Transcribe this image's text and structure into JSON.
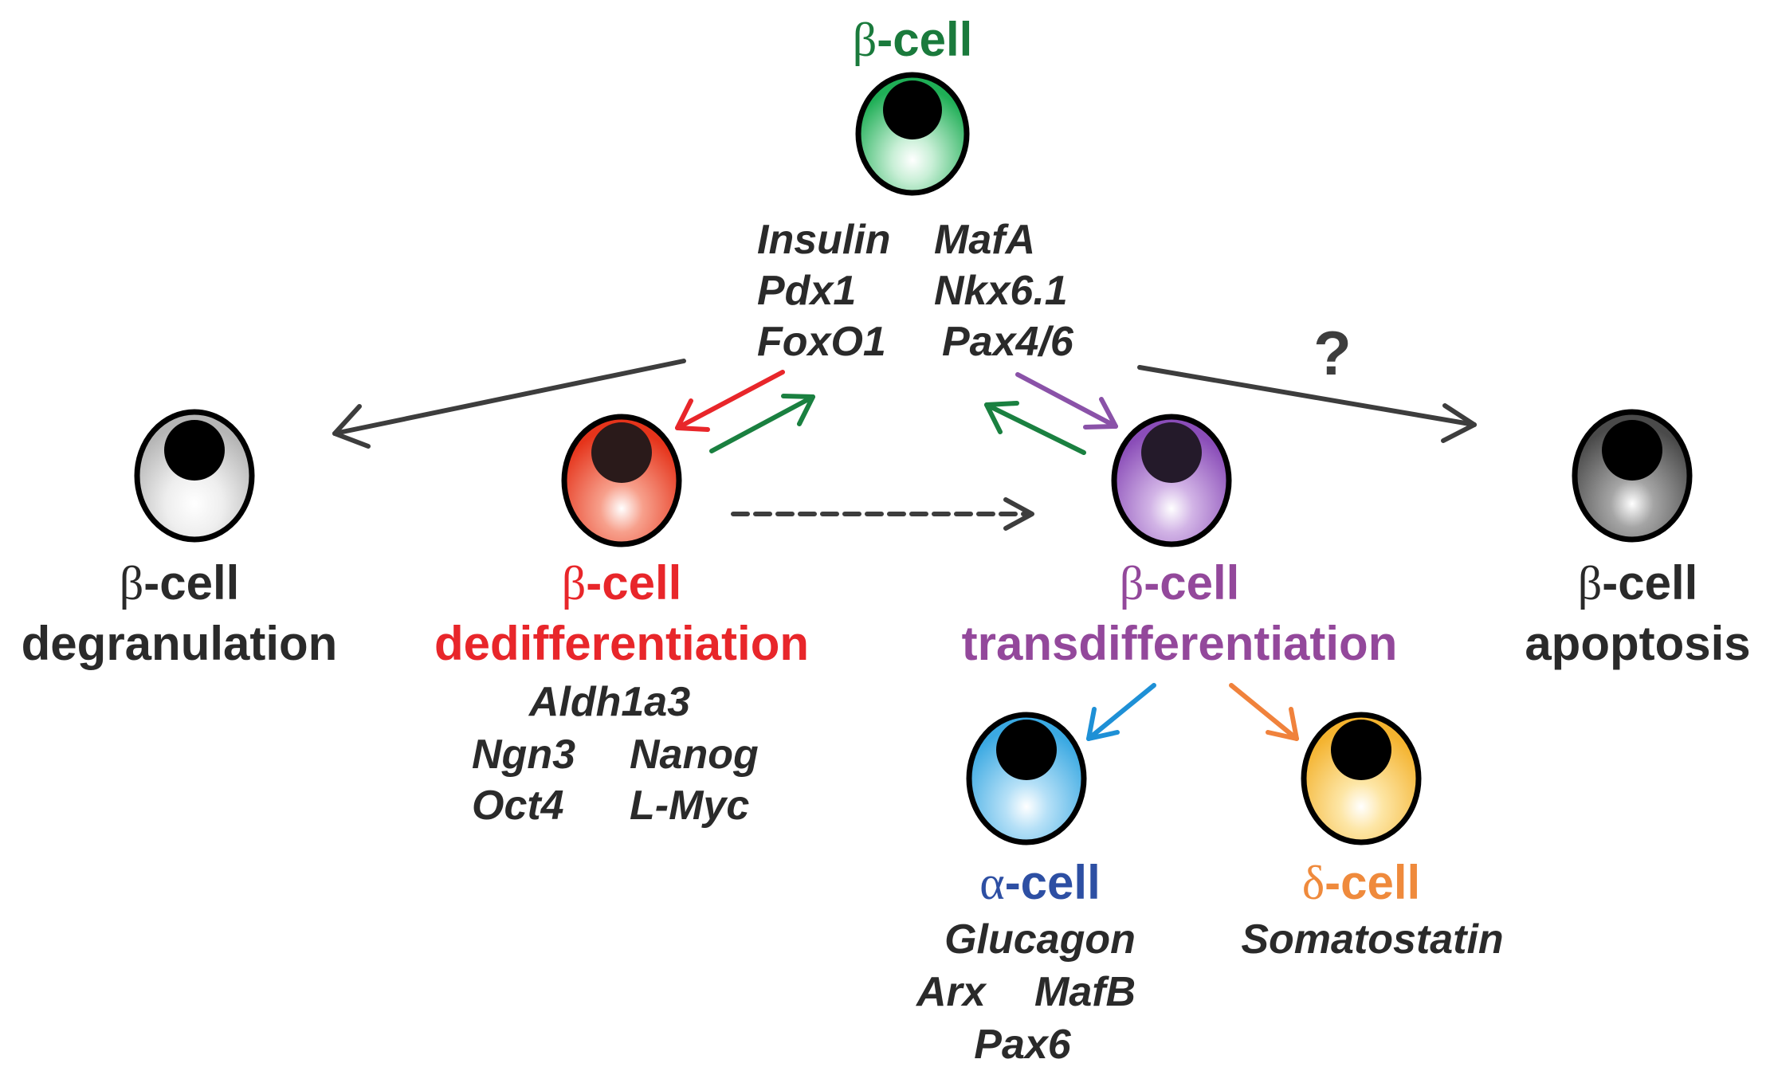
{
  "colors": {
    "beta_main": "#1a7a3c",
    "dediff": "#e8262a",
    "transdiff": "#93489b",
    "alpha": "#2d4fa3",
    "delta": "#ef8a3c",
    "dark": "#2a2a2a",
    "arrow_gray": "#3d3d3d",
    "arrow_red": "#e8262a",
    "arrow_green": "#1a8040",
    "arrow_purple": "#8a52a8",
    "arrow_blue": "#1e90d6",
    "arrow_orange": "#f0823c"
  },
  "cells": {
    "beta": {
      "greek": "β",
      "label": "-cell",
      "genes": {
        "col1": [
          "Insulin",
          "Pdx1",
          "FoxO1"
        ],
        "col2": [
          "MafA",
          "Nkx6.1",
          "Pax4/6"
        ]
      }
    },
    "degranulation": {
      "greek": "β",
      "label": "-cell",
      "line2": "degranulation"
    },
    "dedifferentiation": {
      "greek": "β",
      "label": "-cell",
      "line2": "dedifferentiation",
      "genes": {
        "top": "Aldh1a3",
        "col1": [
          "Ngn3",
          "Oct4"
        ],
        "col2": [
          "Nanog",
          "L-Myc"
        ]
      }
    },
    "transdifferentiation": {
      "greek": "β",
      "label": "-cell",
      "line2": "transdifferentiation"
    },
    "apoptosis": {
      "greek": "β",
      "label": "-cell",
      "line2": "apoptosis",
      "question": "?"
    },
    "alpha": {
      "greek": "α",
      "label": "-cell",
      "genes": {
        "top": "Glucagon",
        "col1": [
          "Arx"
        ],
        "col2": [
          "MafB"
        ],
        "bottom": "Pax6"
      }
    },
    "delta": {
      "greek": "δ",
      "label": "-cell",
      "genes": {
        "top": "Somatostatin"
      }
    }
  }
}
